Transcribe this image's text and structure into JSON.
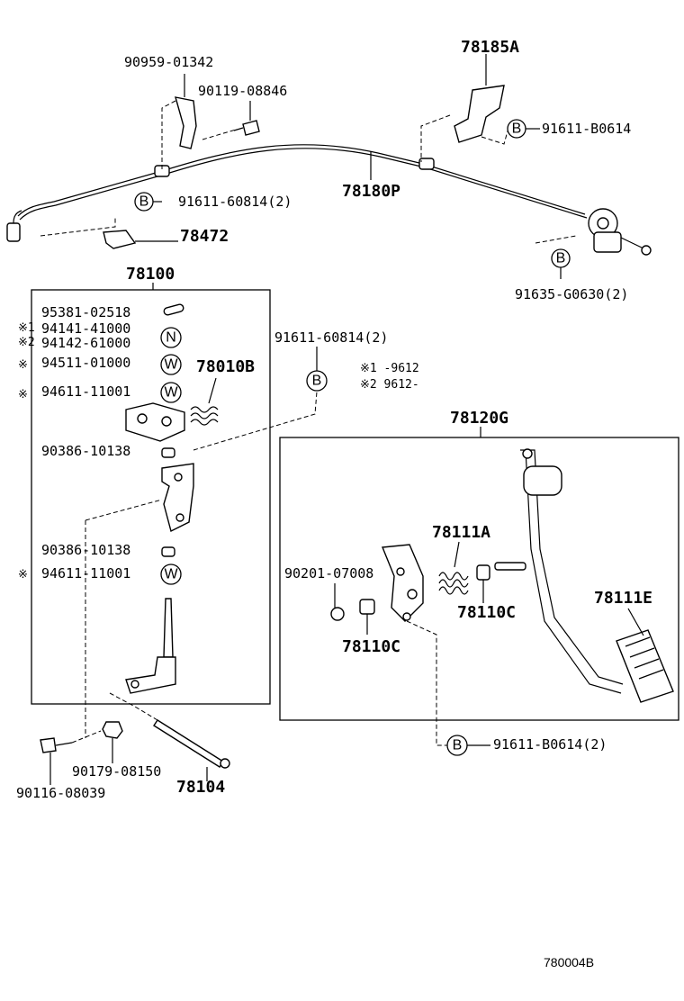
{
  "labels": {
    "p90959_01342": "90959-01342",
    "p90119_08846": "90119-08846",
    "p78185A": "78185A",
    "p91611_B0614_top": "91611-B0614",
    "p91611_60814_2_top": "91611-60814(2)",
    "p78180P": "78180P",
    "p78472": "78472",
    "p91635_G0630_2": "91635-G0630(2)",
    "p78100": "78100",
    "p95381_02518": "95381-02518",
    "p94141_41000": "94141-41000",
    "p94142_61000": "94142-61000",
    "p94511_01000": "94511-01000",
    "p94611_11001_a": "94611-11001",
    "p78010B": "78010B",
    "p90386_10138_a": "90386-10138",
    "p90386_10138_b": "90386-10138",
    "p94611_11001_b": "94611-11001",
    "p91611_60814_2_mid": "91611-60814(2)",
    "note1": "※1  -9612",
    "note2": "※2  9612-",
    "p78120G": "78120G",
    "p78111A": "78111A",
    "p90201_07008": "90201-07008",
    "p78110C_a": "78110C",
    "p78110C_b": "78110C",
    "p78111E": "78111E",
    "p91611_B0614_2_bot": "91611-B0614(2)",
    "p90179_08150": "90179-08150",
    "p90116_08039": "90116-08039",
    "p78104": "78104",
    "ref_code": "780004B"
  },
  "markers": {
    "star1": "※1",
    "star2": "※2",
    "star": "※",
    "bolt": "B",
    "nut": "N",
    "washer": "W"
  }
}
